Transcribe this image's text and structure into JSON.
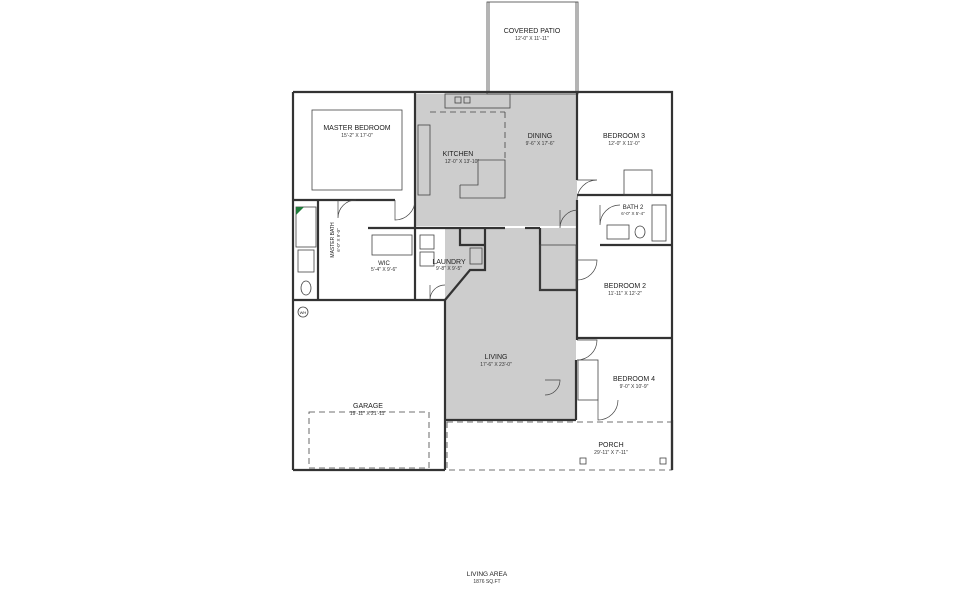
{
  "colors": {
    "wall": "#333333",
    "living_shade": "#cdcdcd",
    "background": "#ffffff",
    "accent_green": "#1f7a3a"
  },
  "rooms": {
    "covered_patio": {
      "name": "COVERED PATIO",
      "dims": "12'-0\" X 11'-11\""
    },
    "master_bedroom": {
      "name": "MASTER BEDROOM",
      "dims": "15'-2\" X 17'-0\""
    },
    "kitchen": {
      "name": "KITCHEN",
      "dims": "12'-0\" X 13'-10\""
    },
    "dining": {
      "name": "DINING",
      "dims": "9'-6\" X 17'-6\""
    },
    "bedroom_3": {
      "name": "BEDROOM 3",
      "dims": "12'-0\" X 11'-0\""
    },
    "bath_2": {
      "name": "BATH 2",
      "dims": "6'-0\" X 5'-4\""
    },
    "master_bath": {
      "name": "MASTER BATH",
      "dims": "6'-0\" X 9'-0\""
    },
    "wic": {
      "name": "WIC",
      "dims": "5'-4\" X 9'-6\""
    },
    "laundry": {
      "name": "LAUNDRY",
      "dims": "9'-8\" X 9'-5\""
    },
    "bedroom_2": {
      "name": "BEDROOM 2",
      "dims": "11'-11\" X 12'-2\""
    },
    "living": {
      "name": "LIVING",
      "dims": "17'-6\" X 23'-0\""
    },
    "bedroom_4": {
      "name": "BEDROOM 4",
      "dims": "9'-0\" X 10'-9\""
    },
    "garage": {
      "name": "GARAGE",
      "dims": "19'-11\" X 21'-11\""
    },
    "porch": {
      "name": "PORCH",
      "dims": "29'-11\" X 7'-11\""
    }
  },
  "appliance_tag": "WH",
  "footer": {
    "title": "LIVING AREA",
    "area": "1876 SQ.FT"
  }
}
